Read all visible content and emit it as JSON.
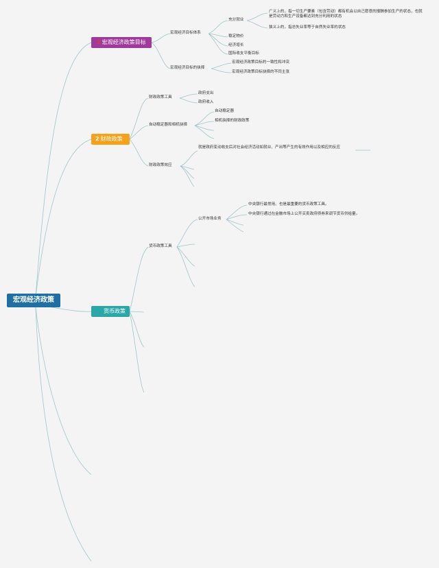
{
  "colors": {
    "accent1": "#a0399c",
    "accent2": "#f5a21a",
    "accent3": "#2aa7a6",
    "root": "#1f6fa3",
    "link": "#9fc5cc",
    "num1": "#e8342b"
  },
  "root": {
    "label": "宏观经济政策"
  },
  "branch1": {
    "num": "1",
    "label": "宏观经济政策目标",
    "l2a": "宏观经济目标体系",
    "full_employment": "充分就业",
    "fe_broad": "广义上的，指一切生产要素（包含劳动）都有机会以自己愿意的报酬参加生产的状态，也就是劳动力和生产设备都达到充分利用的状态",
    "fe_narrow": "狭义上的，指总失业率等于自然失业率的状态",
    "price_stability": "稳定物价",
    "growth": "经济增长",
    "bop": "国际收支平衡目标",
    "l2b": "宏观经济目标的抉择",
    "choice_1": "宏观经济政策目标的一致性和冲突",
    "choice_2": "宏观经济政策目标抉择的不同主张"
  },
  "branch2": {
    "num": "2",
    "label": "财政政策",
    "tools": "财政政策工具",
    "spending": "政府支出",
    "revenue": "政府收入",
    "stabilizer": "自动稳定器和相机抉择",
    "auto": "自动稳定器",
    "discretion": "相机抉择的财政政策",
    "effect": "财政政策效应",
    "effect_def": "就是政府变动收支后对社会经济活动如就业、产出等产生的有效作用以及相应的反应"
  },
  "branch3": {
    "label": "货币政策",
    "tools": "货币政策工具",
    "omo": "公开市场业务",
    "omo_1": "中央银行最常用、也是最重要的货币政策工具。",
    "omo_2": "中央银行通过在金融市场上公开买卖政府债券来调节货币供给量。"
  }
}
